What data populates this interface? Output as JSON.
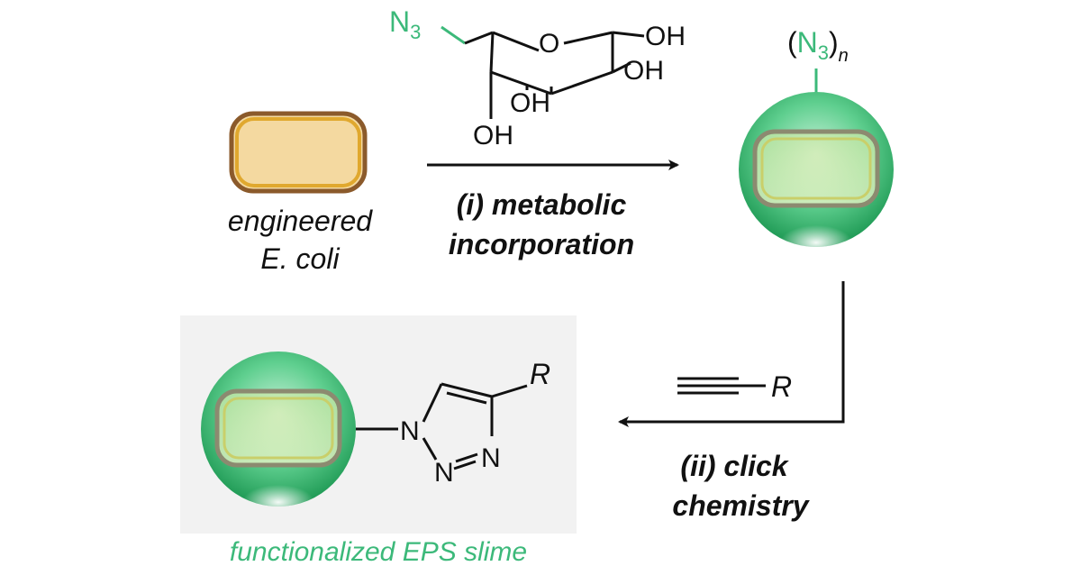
{
  "colors": {
    "azide_green": "#3cb97a",
    "cell_fill": "#f4d9a0",
    "cell_border_outer": "#8b5a2b",
    "cell_border_inner": "#e0a82e",
    "bead_green": "#3dbf78",
    "panel_gray": "#f2f2f2",
    "ink": "#111111"
  },
  "start": {
    "label_line1": "engineered",
    "label_line2": "E. coli"
  },
  "step1": {
    "label_line1": "(i) metabolic",
    "label_line2": "incorporation"
  },
  "sugar": {
    "azide_N": "N",
    "azide_sub": "3",
    "ring_O": "O",
    "oh_right_top": "OH",
    "oh_right_mid": "OH",
    "oh_bottom_1": "OH",
    "oh_bottom_2": "OH"
  },
  "labeled_cell": {
    "paren_open": "(",
    "azide_N": "N",
    "azide_sub": "3",
    "paren_close": ")",
    "count": "n"
  },
  "step2": {
    "label_line1": "(ii) click",
    "label_line2": "chemistry",
    "alkyne_R": "R"
  },
  "product": {
    "triazole_N1": "N",
    "triazole_N2": "N",
    "triazole_N3": "N",
    "R": "R",
    "caption": "functionalized EPS slime"
  }
}
